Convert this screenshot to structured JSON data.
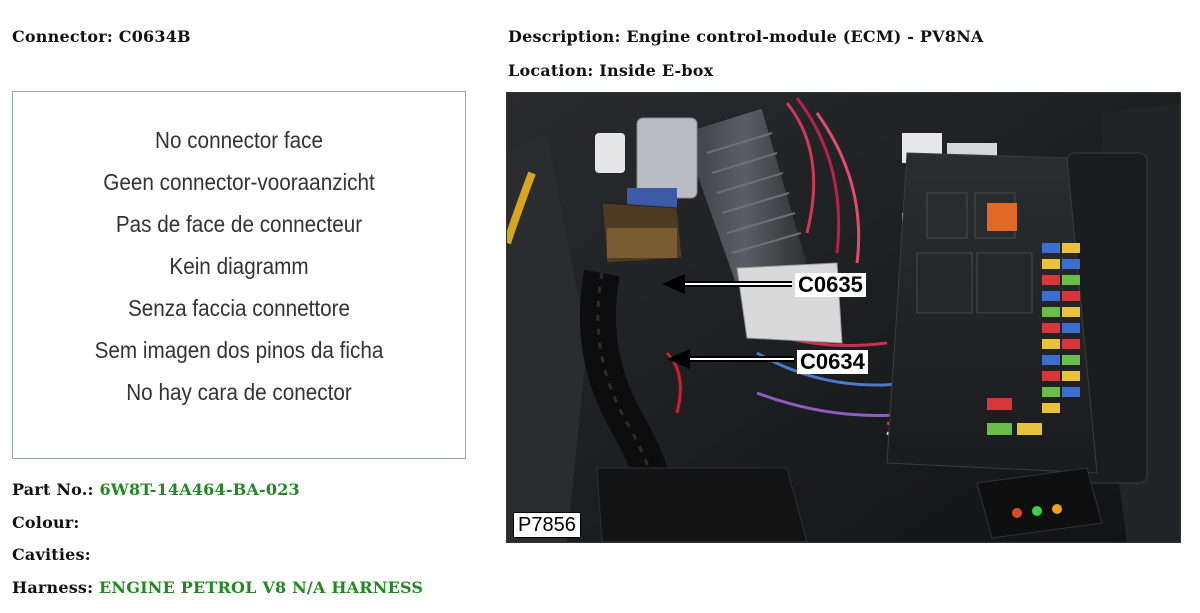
{
  "connector": {
    "label": "Connector:",
    "value": "C0634B"
  },
  "description": {
    "label": "Description:",
    "value": "Engine control-module (ECM) - PV8NA"
  },
  "location": {
    "label": "Location:",
    "value": "Inside E-box"
  },
  "connector_face": {
    "lines": [
      "No connector face",
      "Geen connector-vooraanzicht",
      "Pas de face de connecteur",
      "Kein diagramm",
      "Senza faccia connettore",
      "Sem imagen dos pinos da ficha",
      "No hay cara de conector"
    ]
  },
  "details": {
    "part_no_label": "Part No.:",
    "part_no_value": "6W8T-14A464-BA-023",
    "colour_label": "Colour:",
    "colour_value": "",
    "cavities_label": "Cavities:",
    "cavities_value": "",
    "harness_label": "Harness:",
    "harness_value": "ENGINE PETROL V8 N/A HARNESS"
  },
  "photo": {
    "callout_1": "C0635",
    "callout_2": "C0634",
    "reference": "P7856"
  },
  "colors": {
    "value_green": "#1f8a1f",
    "border_blue_gray": "#9aa8b6"
  }
}
